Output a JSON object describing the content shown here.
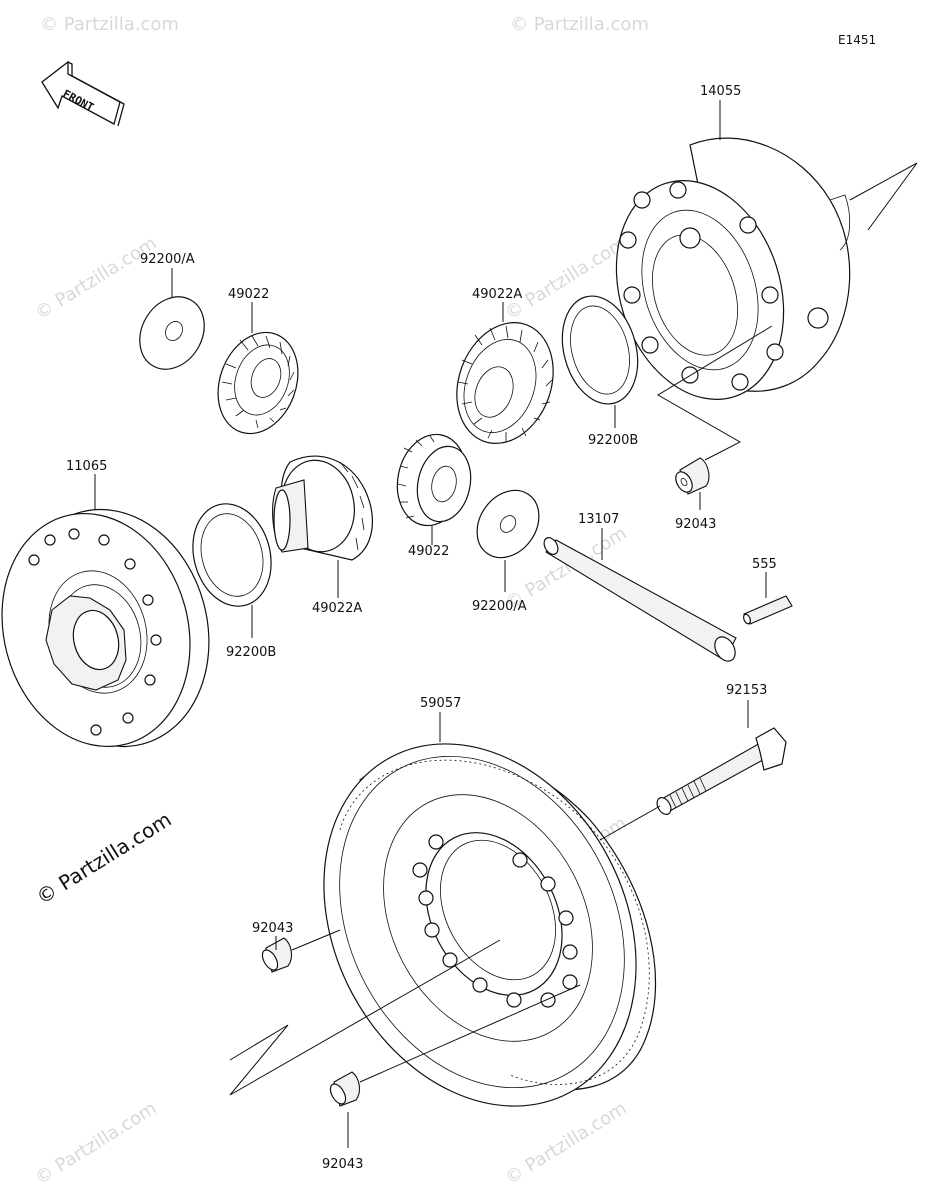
{
  "diagram_code": "E1451",
  "front_arrow_text": "FRONT",
  "watermark": "© Partzilla.com",
  "parts": {
    "p14055": "14055",
    "p92200a_top": "92200/A",
    "p49022_top": "49022",
    "p49022a_top": "49022A",
    "p92200b_right": "92200B",
    "p92043_top": "92043",
    "p11065": "11065",
    "p92200b_left": "92200B",
    "p49022a_mid": "49022A",
    "p49022_mid": "49022",
    "p92200a_mid": "92200/A",
    "p13107": "13107",
    "p555": "555",
    "p59057": "59057",
    "p92153": "92153",
    "p92043_left": "92043",
    "p92043_bottom": "92043"
  }
}
